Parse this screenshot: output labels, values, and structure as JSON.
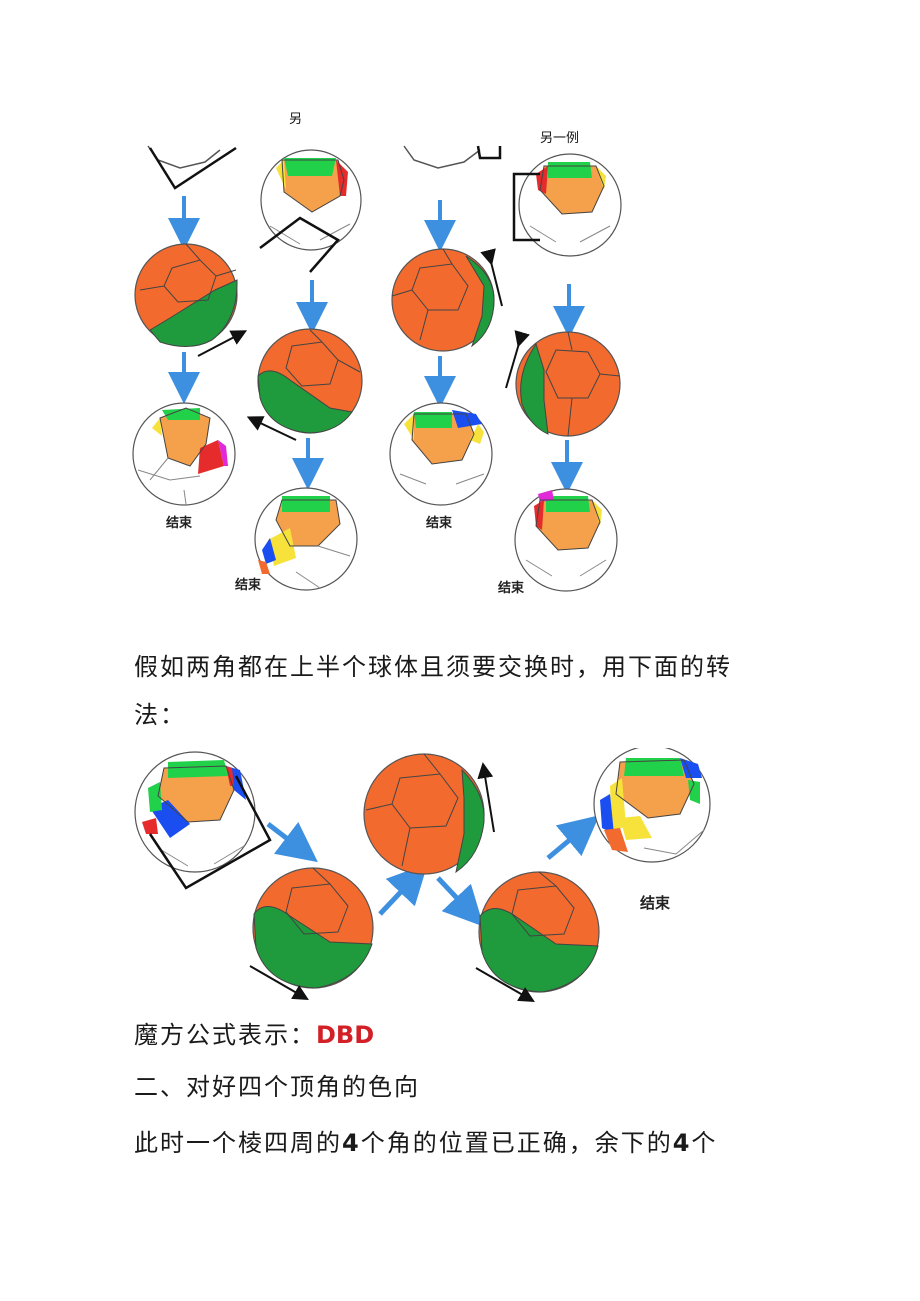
{
  "figure1": {
    "label_top_left": "另",
    "label_top_right": "另一例",
    "end_labels": [
      "结束",
      "结束",
      "结束",
      "结束"
    ]
  },
  "paragraph1": "假如两角都在上半个球体且须要交换时，用下面的转",
  "paragraph1_cont": "法：",
  "figure2": {
    "end_label": "结束"
  },
  "formula_line": {
    "prefix": "魔方公式表示：",
    "formula": "DBD"
  },
  "section_heading": "二、对好四个顶角的色向",
  "paragraph2": {
    "part1": "此时一个棱四周的",
    "num1": "4",
    "part2": "个角的位置已正确，余下的",
    "num2": "4",
    "part3": "个"
  },
  "colors": {
    "orange": "#f26a2e",
    "green": "#1f9a3c",
    "blue_arrow": "#3d8fe0",
    "formula_red": "#d32027"
  }
}
